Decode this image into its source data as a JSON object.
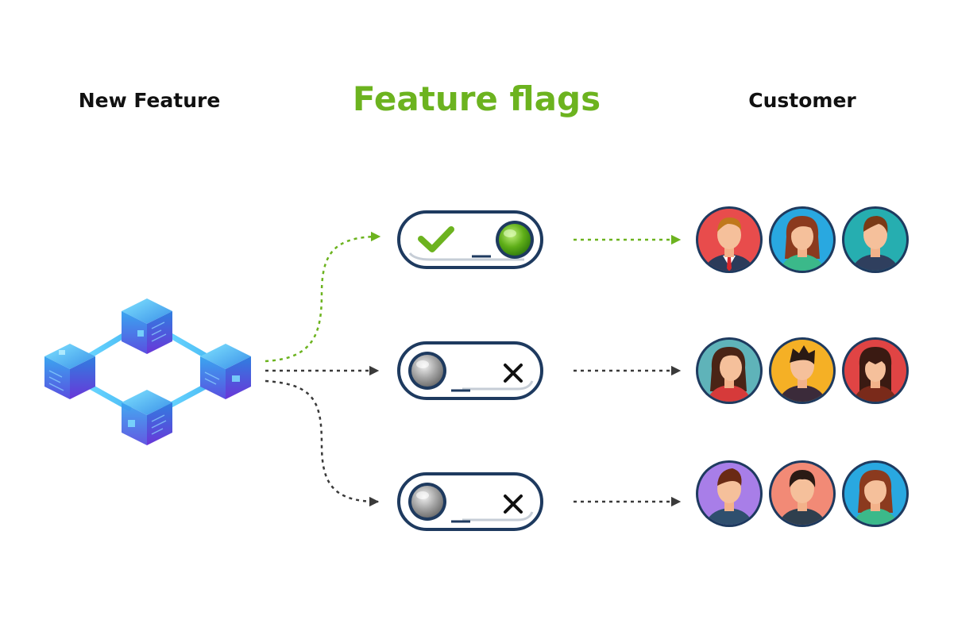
{
  "headings": {
    "source": "New Feature",
    "flags": "Feature flags",
    "target": "Customer"
  },
  "colors": {
    "flag_title": "#6cb31f",
    "enabled_path": "#6cb31f",
    "disabled_path": "#3a3a3a",
    "toggle_outline": "#1e3a5f"
  },
  "flags": [
    {
      "state": "on",
      "indicator_icon": "check-icon",
      "customers": [
        {
          "avatar": "man-in-suit-avatar",
          "bg": "#e84c4c"
        },
        {
          "avatar": "woman-long-hair-avatar",
          "bg": "#29a8e0"
        },
        {
          "avatar": "man-short-hair-avatar",
          "bg": "#26aeb0"
        }
      ]
    },
    {
      "state": "off",
      "indicator_icon": "cross-icon",
      "customers": [
        {
          "avatar": "woman-side-hair-avatar",
          "bg": "#5fb3b9"
        },
        {
          "avatar": "man-spiky-hair-avatar",
          "bg": "#f5b025"
        },
        {
          "avatar": "woman-bangs-avatar",
          "bg": "#e04444"
        }
      ]
    },
    {
      "state": "off",
      "indicator_icon": "cross-icon",
      "customers": [
        {
          "avatar": "man-quiff-avatar",
          "bg": "#a87ee8"
        },
        {
          "avatar": "man-brown-hair-avatar",
          "bg": "#f28a76"
        },
        {
          "avatar": "woman-brown-hair-avatar",
          "bg": "#29a8e0"
        }
      ]
    }
  ]
}
